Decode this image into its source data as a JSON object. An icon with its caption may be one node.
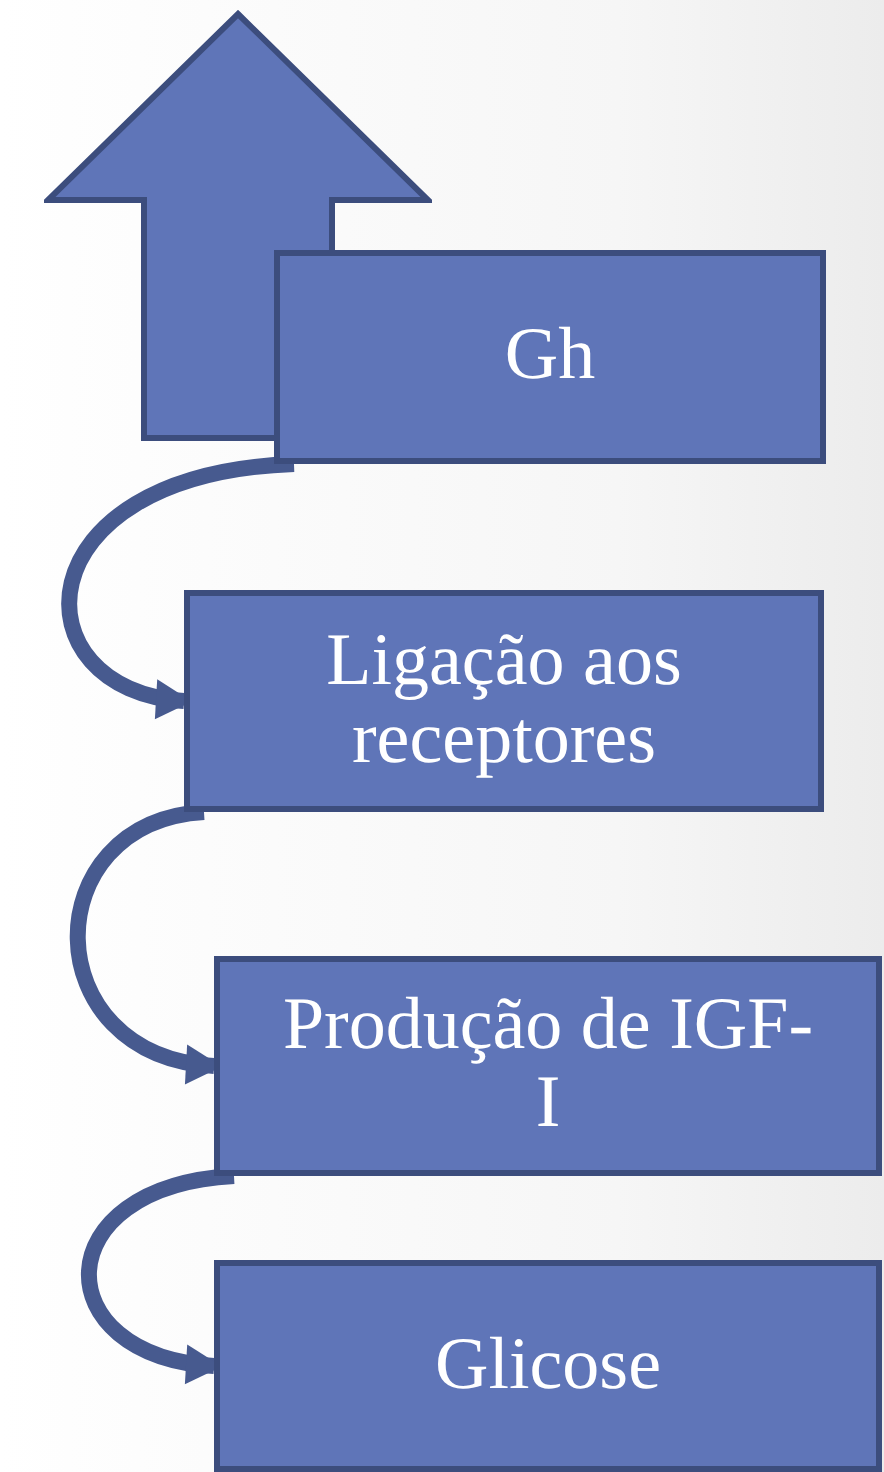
{
  "diagram": {
    "nodes": [
      {
        "text": [],
        "shape": "arrow"
      },
      {
        "text": [
          "Gh"
        ]
      },
      {
        "text": [
          "Ligação aos receptores"
        ]
      },
      {
        "text": [
          "Produção de IGF-I"
        ]
      },
      {
        "text": [
          "Glicose"
        ]
      }
    ],
    "edges": [
      {
        "from": 1,
        "to": 2,
        "arrow": "to"
      },
      {
        "from": 2,
        "to": 3,
        "arrow": "to"
      },
      {
        "from": 3,
        "to": 4,
        "arrow": "to"
      }
    ]
  }
}
